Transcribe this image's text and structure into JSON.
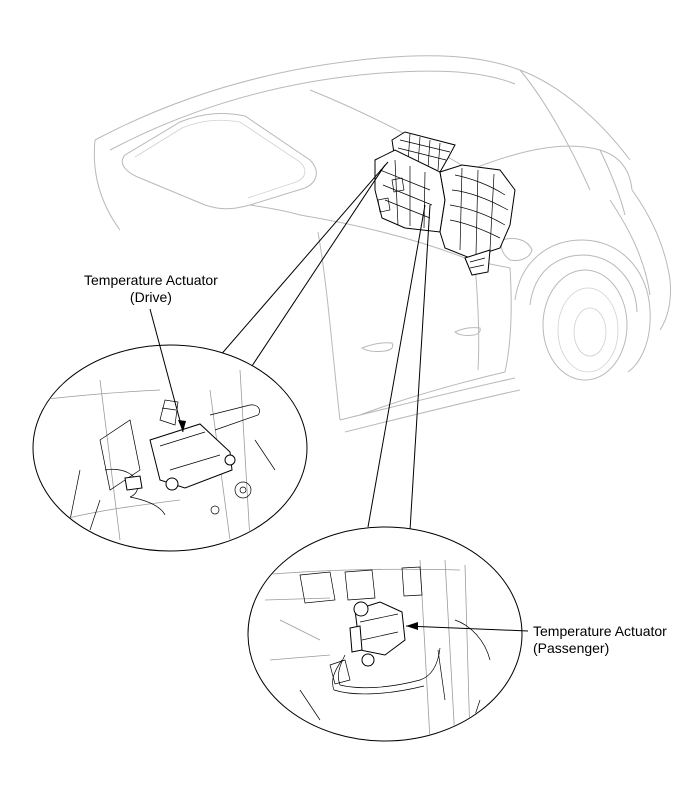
{
  "labels": {
    "drive": {
      "line1": "Temperature Actuator",
      "line2": "(Drive)"
    },
    "passenger": {
      "line1": "Temperature Actuator",
      "line2": "(Passenger)"
    }
  },
  "colors": {
    "ink": "#000000",
    "car_outline": "#b9b9b9",
    "background": "#ffffff"
  }
}
